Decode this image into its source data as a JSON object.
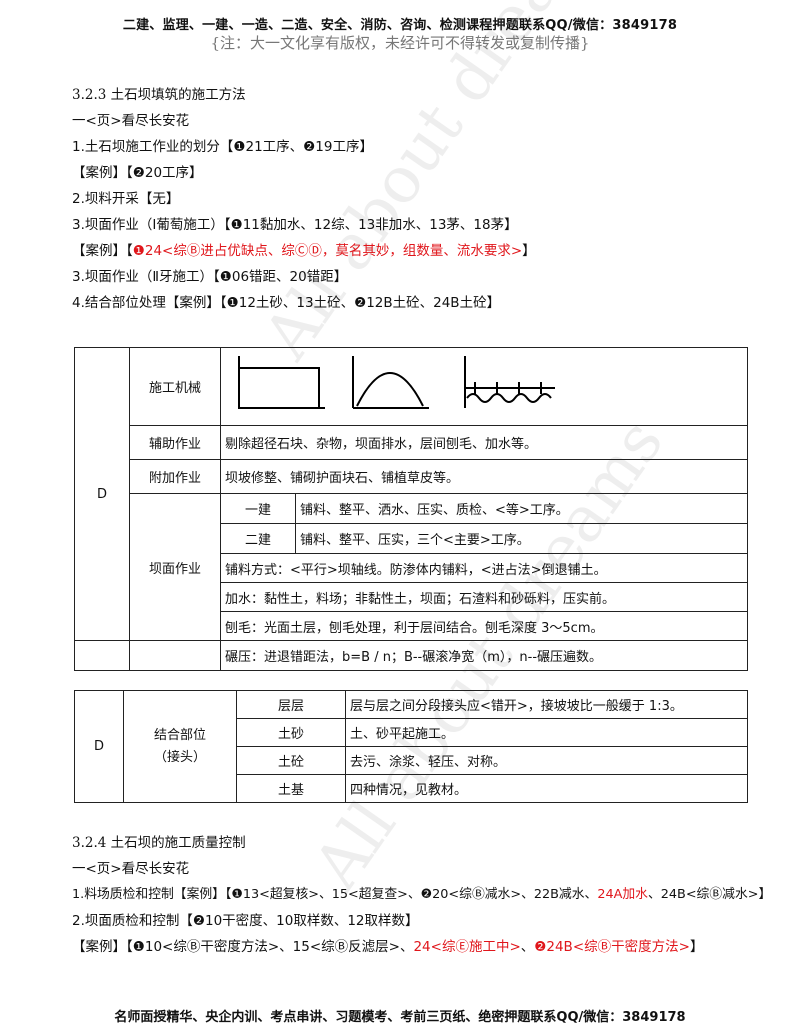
{
  "header": {
    "line1": "二建、监理、一建、一造、二造、安全、消防、咨询、检测课程押题联系QQ/微信：3849178",
    "line2": "{注：大一文化享有版权，未经许可不得转发或复制传播}"
  },
  "section1": {
    "title": "3.2.3   土石坝填筑的施工方法",
    "sub": "一<页>看尽长安花",
    "items": [
      {
        "text": "1.土石坝施工作业的划分【❶21工序、❷19工序】"
      },
      {
        "text": "【案例】【❷20工序】"
      },
      {
        "text": "2.坝料开采【无】"
      },
      {
        "text": "3.坝面作业（Ⅰ葡萄施工）【❶11黏加水、12综、13非加水、13茅、18茅】"
      },
      {
        "pre": "【案例】【",
        "red": "❶24<综Ⓑ进占优缺点、综ⒸⒹ，莫名其妙，组数量、流水要求>",
        "post": "】"
      },
      {
        "text": "3.坝面作业（Ⅱ牙施工）【❶06错距、20错距】"
      },
      {
        "text": "4.结合部位处理【案例】【❶12土砂、13土砼、❷12B土砼、24B土砼】"
      }
    ]
  },
  "table1": {
    "group": "D",
    "row_machinery": "施工机械",
    "row_aux": "辅助作业",
    "row_aux_text": "剔除超径石块、杂物，坝面排水，层间刨毛、加水等。",
    "row_extra": "附加作业",
    "row_extra_text": "坝坡修整、铺砌护面块石、铺植草皮等。",
    "row_dam": "坝面作业",
    "yijian": "一建",
    "yijian_text": "铺料、整平、洒水、压实、质检、<等>工序。",
    "erjian": "二建",
    "erjian_text": "铺料、整平、压实，三个<主要>工序。",
    "pulliao": "铺料方式：<平行>坝轴线。防渗体内铺料，<进占法>倒退铺土。",
    "jiashui": "加水：黏性土，料场；非黏性土，坝面；石渣料和砂砾料，压实前。",
    "paomao": "刨毛：光面土层，刨毛处理，利于层间结合。刨毛深度 3～5cm。",
    "nianya": "碾压：进退错距法，b=B / n；B--碾滚净宽（m），n--碾压遍数。"
  },
  "table2": {
    "group": "D",
    "label1": "结合部位",
    "label2": "（接头）",
    "rows": [
      {
        "k": "层层",
        "v": "层与层之间分段接头应<错开>，接坡坡比一般缓于 1:3。"
      },
      {
        "k": "土砂",
        "v": "土、砂平起施工。"
      },
      {
        "k": "土砼",
        "v": "去污、涂浆、轻压、对称。"
      },
      {
        "k": "土基",
        "v": "四种情况，见教材。"
      }
    ]
  },
  "section2": {
    "title": "3.2.4   土石坝的施工质量控制",
    "sub": "一<页>看尽长安花",
    "line1_pre": "1.料场质检和控制【案例】【❶13<超复核>、15<超复查>、❷20<综Ⓑ减水>、22B减水、",
    "line1_red": "24A加水",
    "line1_post": "、24B<综Ⓑ减水>】",
    "line2": "2.坝面质检和控制【❷10干密度、10取样数、12取样数】",
    "line3_pre": "【案例】【❶10<综Ⓑ干密度方法>、15<综Ⓑ反滤层>、",
    "line3_red1": "24<综Ⓔ施工中>",
    "line3_mid": "、",
    "line3_red2": "❷24B<综Ⓑ干密度方法>",
    "line3_post": "】"
  },
  "footer": "名师面授精华、央企内训、考点串讲、习题模考、考前三页纸、绝密押题联系QQ/微信：3849178",
  "watermark": "All about dreams"
}
